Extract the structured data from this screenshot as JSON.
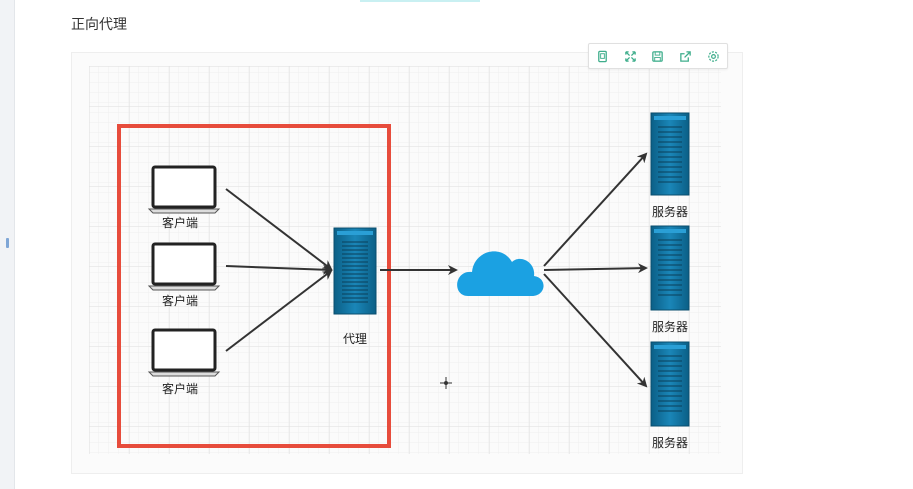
{
  "page": {
    "title": "正向代理"
  },
  "toolbar": {
    "buttons": [
      {
        "name": "page-icon"
      },
      {
        "name": "fullscreen-icon"
      },
      {
        "name": "save-icon"
      },
      {
        "name": "export-icon"
      },
      {
        "name": "settings-icon"
      }
    ],
    "color": "#3fae8c"
  },
  "diagram": {
    "clients": [
      "客户端",
      "客户端",
      "客户端"
    ],
    "proxy": "代理",
    "servers": [
      "服务器",
      "服务器",
      "服务器"
    ],
    "colors": {
      "highlight_box": "#e74c3c",
      "cloud": "#1ba1e2",
      "server": "#10739e",
      "arrow": "#333333",
      "grid": "#e6e6e6"
    }
  }
}
